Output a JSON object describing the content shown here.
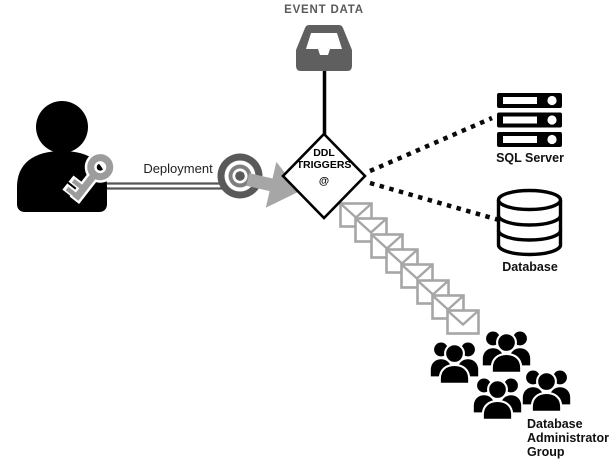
{
  "labels": {
    "event_data": "EVENT DATA",
    "deployment": "Deployment",
    "trigger_node": [
      "DDL",
      "TRIGGERS",
      "@"
    ],
    "sql_server": "SQL Server",
    "database": "Database",
    "admin_group": [
      "Database",
      "Administrator",
      "Group"
    ]
  },
  "colors": {
    "background": "#ffffff",
    "dark_gray_icon": "#5f5f5f",
    "mid_gray": "#7f7f7f",
    "light_gray": "#a6a6a6",
    "black": "#000000",
    "label_gray": "#5a5a5a"
  },
  "icons": [
    "inbox-tray-icon",
    "person-icon",
    "key-icon",
    "target-icon",
    "arrow-right-icon",
    "diamond-node",
    "server-stack-icon",
    "database-cylinder-icon",
    "envelope-icon",
    "people-group-icon"
  ],
  "connectors": {
    "event_to_trigger": "solid-vertical-line",
    "person_to_target": "double-horizontal-line",
    "trigger_to_sql_server": "dotted-line",
    "trigger_to_database": "dotted-line",
    "trigger_to_group": "envelope-cascade"
  }
}
